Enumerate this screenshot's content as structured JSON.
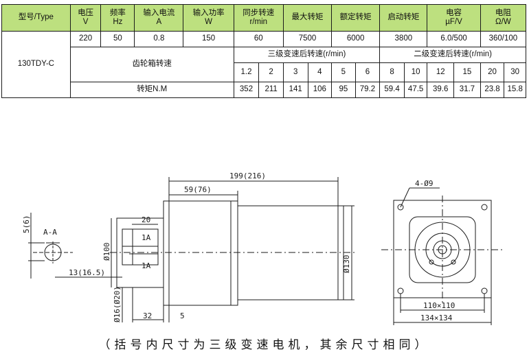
{
  "table": {
    "headers": [
      {
        "line1": "型号/Type",
        "line2": ""
      },
      {
        "line1": "电压",
        "line2": "V"
      },
      {
        "line1": "频率",
        "line2": "Hz"
      },
      {
        "line1": "输入电流",
        "line2": "A"
      },
      {
        "line1": "输入功率",
        "line2": "W"
      },
      {
        "line1": "同步转速",
        "line2": "r/min"
      },
      {
        "line1": "最大转矩",
        "line2": ""
      },
      {
        "line1": "额定转矩",
        "line2": ""
      },
      {
        "line1": "启动转矩",
        "line2": ""
      },
      {
        "line1": "电容",
        "line2": "µF/V"
      },
      {
        "line1": "电阻",
        "line2": "Ω/W"
      }
    ],
    "model": "130TDY-C",
    "values": [
      "220",
      "50",
      "0.8",
      "150",
      "60",
      "7500",
      "6000",
      "3800",
      "6.0/500",
      "360/100"
    ],
    "gearbox_label": "齿轮箱转速",
    "stage3_label": "三级变速后转速(r/min)",
    "stage2_label": "二级变速后转速(r/min)",
    "speeds": [
      "1.2",
      "2",
      "3",
      "4",
      "5",
      "6",
      "8",
      "10",
      "12",
      "15",
      "20",
      "30"
    ],
    "torque_label": "转矩N.M",
    "torques": [
      "352",
      "211",
      "141",
      "106",
      "95",
      "79.2",
      "59.4",
      "47.5",
      "39.6",
      "31.7",
      "23.8",
      "15.8"
    ]
  },
  "drawing": {
    "dim_total": "199(216)",
    "dim_gear": "59(76)",
    "dim_shaft_len": "20",
    "dim_key_top": "1A",
    "dim_key_bottom": "1A",
    "dim_dia_100": "Ø100",
    "dim_dia_130": "Ø130",
    "dim_dia_shaft": "Ø16(Ø20)",
    "dim_32": "32",
    "dim_5": "5",
    "dim_13": "13(16.5)",
    "dim_5_6": "5(6)",
    "section_label": "A-A",
    "holes_label": "4-Ø9",
    "dim_110": "110×110",
    "dim_134": "134×134"
  },
  "caption": "（括号内尺寸为三级变速电机，其余尺寸相同）"
}
